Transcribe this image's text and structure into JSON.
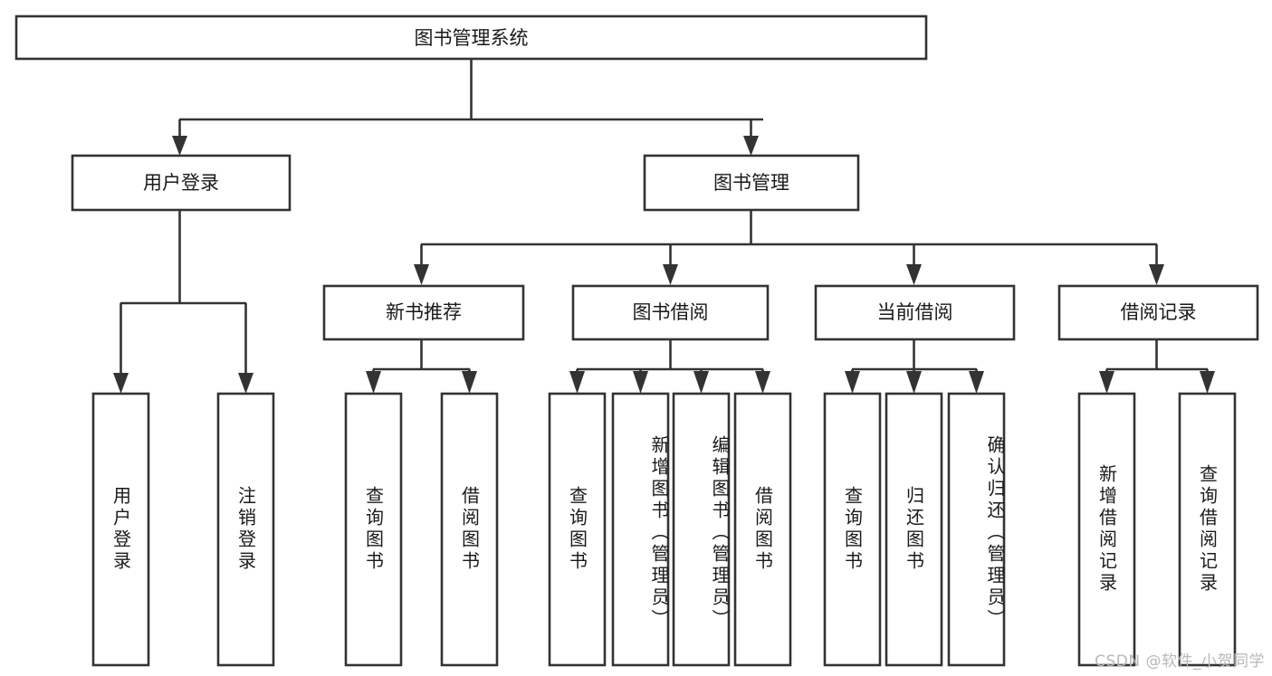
{
  "diagram": {
    "type": "tree-hierarchy",
    "title": "图书管理系统",
    "watermark": "CSDN @软件_小贺同学",
    "colors": {
      "background": "#ffffff",
      "stroke": "#333333",
      "text": "#1a1a1a",
      "watermark": "#b8b8b8"
    },
    "levels": {
      "root": {
        "label": "图书管理系统"
      },
      "level2": [
        {
          "label": "用户登录"
        },
        {
          "label": "图书管理"
        }
      ],
      "level3": [
        {
          "label": "新书推荐"
        },
        {
          "label": "图书借阅"
        },
        {
          "label": "当前借阅"
        },
        {
          "label": "借阅记录"
        }
      ],
      "leaves": {
        "user_login": [
          {
            "label": "用户登录"
          },
          {
            "label": "注销登录"
          }
        ],
        "new_book_recommend": [
          {
            "label": "查询图书"
          },
          {
            "label": "借阅图书"
          }
        ],
        "book_borrow": [
          {
            "label": "查询图书"
          },
          {
            "label": "新增图书（管理员）"
          },
          {
            "label": "编辑图书（管理员）"
          },
          {
            "label": "借阅图书"
          }
        ],
        "current_borrow": [
          {
            "label": "查询图书"
          },
          {
            "label": "归还图书"
          },
          {
            "label": "确认归还（管理员）"
          }
        ],
        "borrow_record": [
          {
            "label": "新增借阅记录"
          },
          {
            "label": "查询借阅记录"
          }
        ]
      }
    }
  }
}
